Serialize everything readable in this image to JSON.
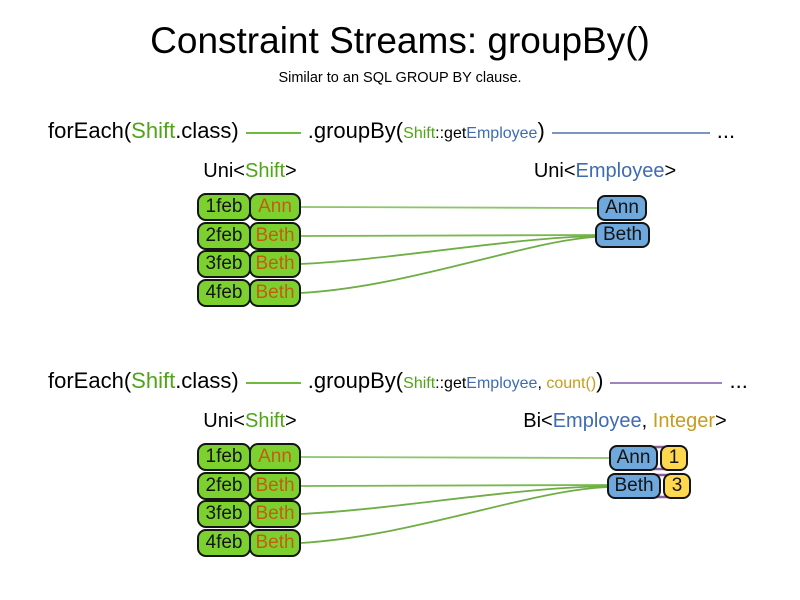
{
  "title": "Constraint Streams: groupBy()",
  "subtitle": "Similar to an SQL GROUP BY clause.",
  "ellipsis": "...",
  "colors": {
    "shift_green_text": "#4fa516",
    "employee_blue_text": "#3e6bb4",
    "integer_gold_text": "#c99b1d",
    "employee_orange_text": "#c45d12",
    "shift_box_green": "#7dd12e",
    "employee_box_blue": "#6fa8dc",
    "integer_box_yellow": "#ffd84f",
    "stream_line_green": "#6fb93c",
    "stream_line_blue": "#7b93c6",
    "stream_line_purple": "#a184bc",
    "tuple_outline_purple": "#8d5f97"
  },
  "s1": {
    "code": {
      "foreach_open": "forEach(",
      "shift": "Shift",
      "foreach_close": ".class)",
      "groupby_open": ".groupBy(",
      "arg_shift": "Shift",
      "arg_getter": "::get",
      "arg_employee": "Employee",
      "groupby_close": ")"
    },
    "left_label": {
      "open": "Uni<",
      "type": "Shift",
      "close": ">"
    },
    "right_label": {
      "open": "Uni<",
      "type": "Employee",
      "close": ">"
    },
    "rows": [
      {
        "date": "1feb",
        "employee": "Ann"
      },
      {
        "date": "2feb",
        "employee": "Beth"
      },
      {
        "date": "3feb",
        "employee": "Beth"
      },
      {
        "date": "4feb",
        "employee": "Beth"
      }
    ],
    "groups": [
      {
        "name": "Ann"
      },
      {
        "name": "Beth"
      }
    ]
  },
  "s2": {
    "code": {
      "foreach_open": "forEach(",
      "shift": "Shift",
      "foreach_close": ".class)",
      "groupby_open": ".groupBy(",
      "arg_shift": "Shift",
      "arg_getter": "::get",
      "arg_employee": "Employee",
      "arg_sep": ", ",
      "arg_count": "count()",
      "groupby_close": ")"
    },
    "left_label": {
      "open": "Uni<",
      "type": "Shift",
      "close": ">"
    },
    "right_label": {
      "open": "Bi<",
      "type1": "Employee",
      "sep": ", ",
      "type2": "Integer",
      "close": ">"
    },
    "rows": [
      {
        "date": "1feb",
        "employee": "Ann"
      },
      {
        "date": "2feb",
        "employee": "Beth"
      },
      {
        "date": "3feb",
        "employee": "Beth"
      },
      {
        "date": "4feb",
        "employee": "Beth"
      }
    ],
    "groups": [
      {
        "name": "Ann",
        "count": "1"
      },
      {
        "name": "Beth",
        "count": "3"
      }
    ]
  }
}
